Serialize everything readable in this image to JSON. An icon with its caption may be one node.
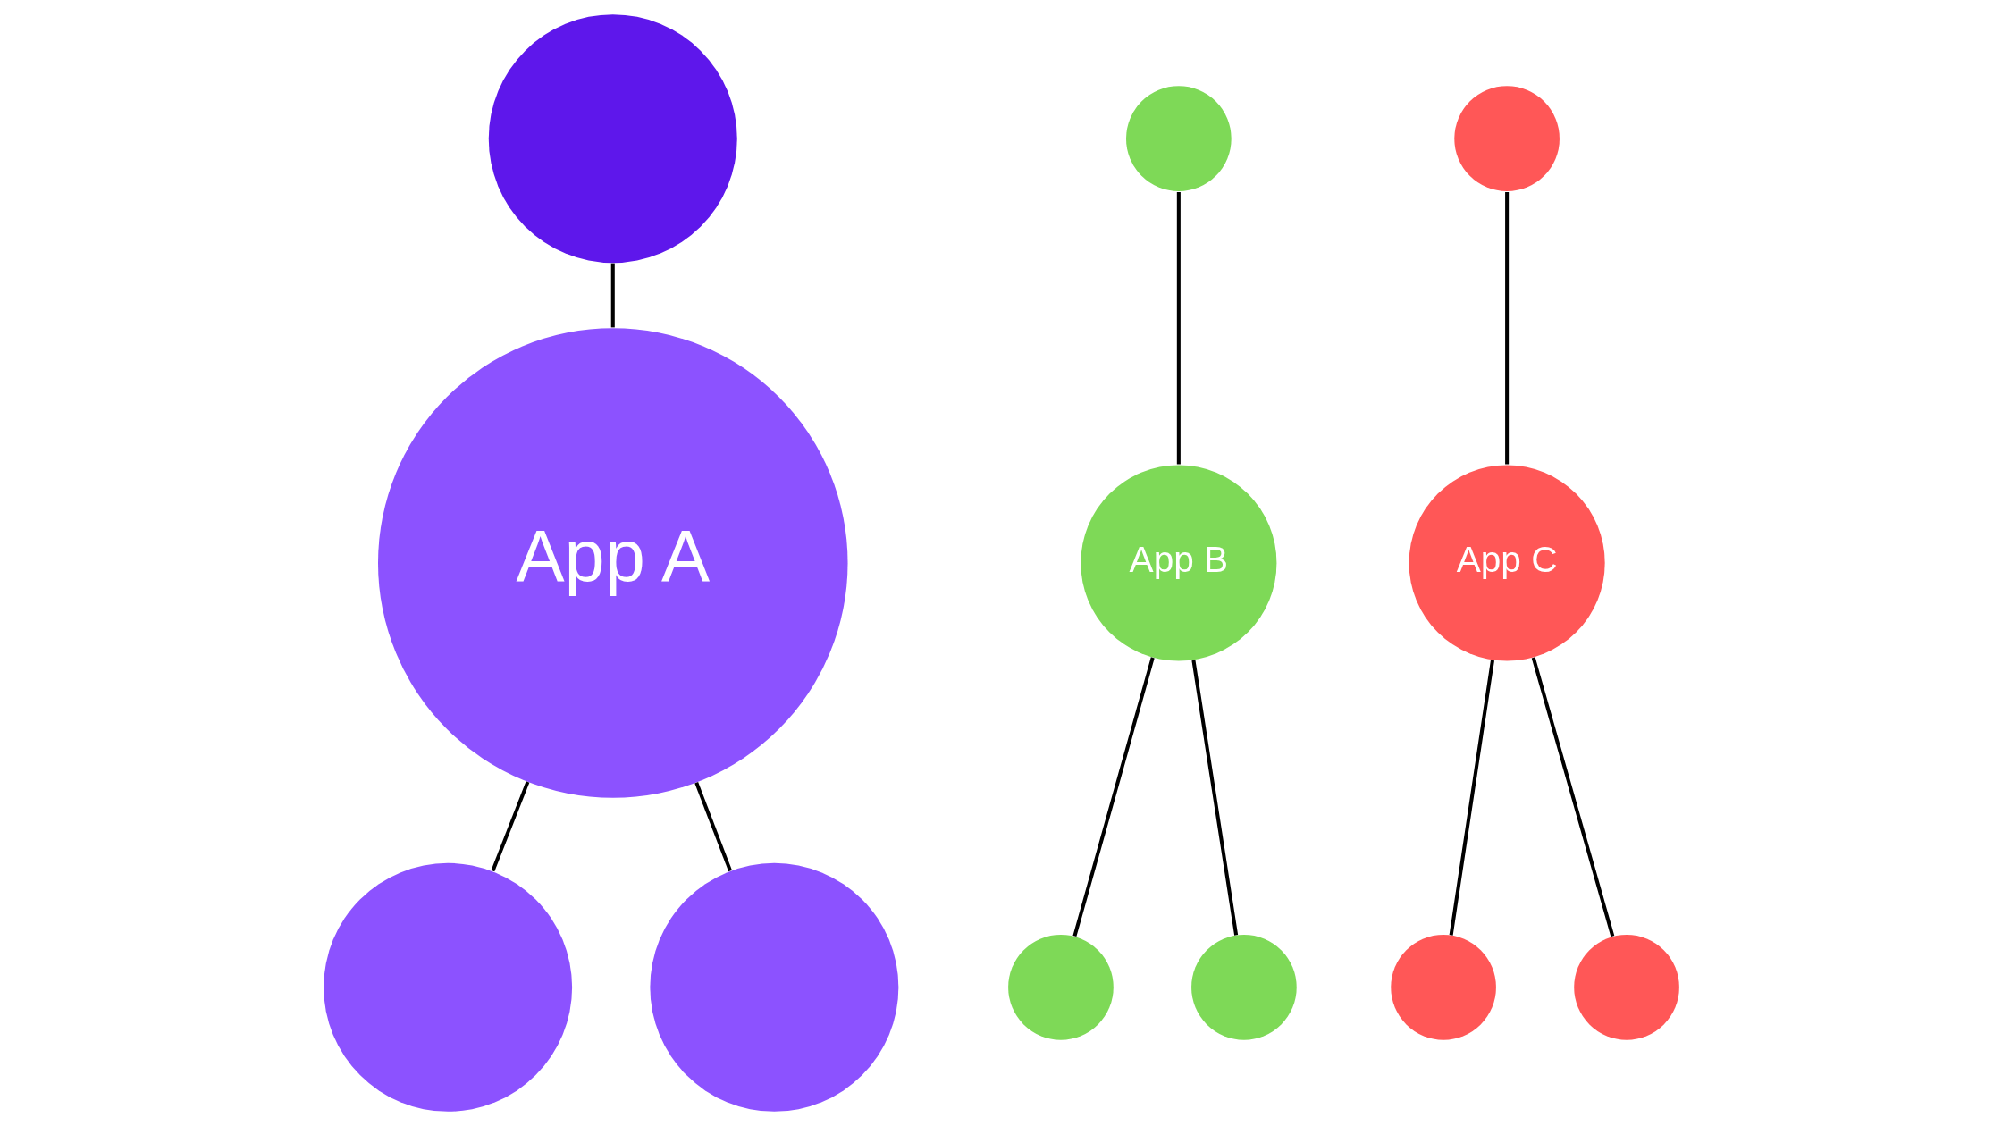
{
  "diagram": {
    "nodes": [
      {
        "text": [],
        "shape": "circle"
      },
      {
        "text": [
          "App A"
        ]
      },
      {
        "text": [],
        "shape": "circle"
      },
      {
        "text": [],
        "shape": "circle"
      },
      {
        "text": [],
        "shape": "circle"
      },
      {
        "text": [
          "App B"
        ]
      },
      {
        "text": [],
        "shape": "circle"
      },
      {
        "text": [],
        "shape": "circle"
      },
      {
        "text": [],
        "shape": "circle"
      },
      {
        "text": [
          "App C"
        ]
      },
      {
        "text": [],
        "shape": "circle"
      },
      {
        "text": [],
        "shape": "circle"
      }
    ],
    "edges": [
      {
        "from": 0,
        "to": 1,
        "arrow": "none"
      },
      {
        "from": 1,
        "to": 2,
        "arrow": "none"
      },
      {
        "from": 1,
        "to": 3,
        "arrow": "none"
      },
      {
        "from": 4,
        "to": 5,
        "arrow": "none"
      },
      {
        "from": 5,
        "to": 6,
        "arrow": "none"
      },
      {
        "from": 5,
        "to": 7,
        "arrow": "none"
      },
      {
        "from": 8,
        "to": 9,
        "arrow": "none"
      },
      {
        "from": 9,
        "to": 10,
        "arrow": "none"
      },
      {
        "from": 9,
        "to": 11,
        "arrow": "none"
      }
    ]
  }
}
